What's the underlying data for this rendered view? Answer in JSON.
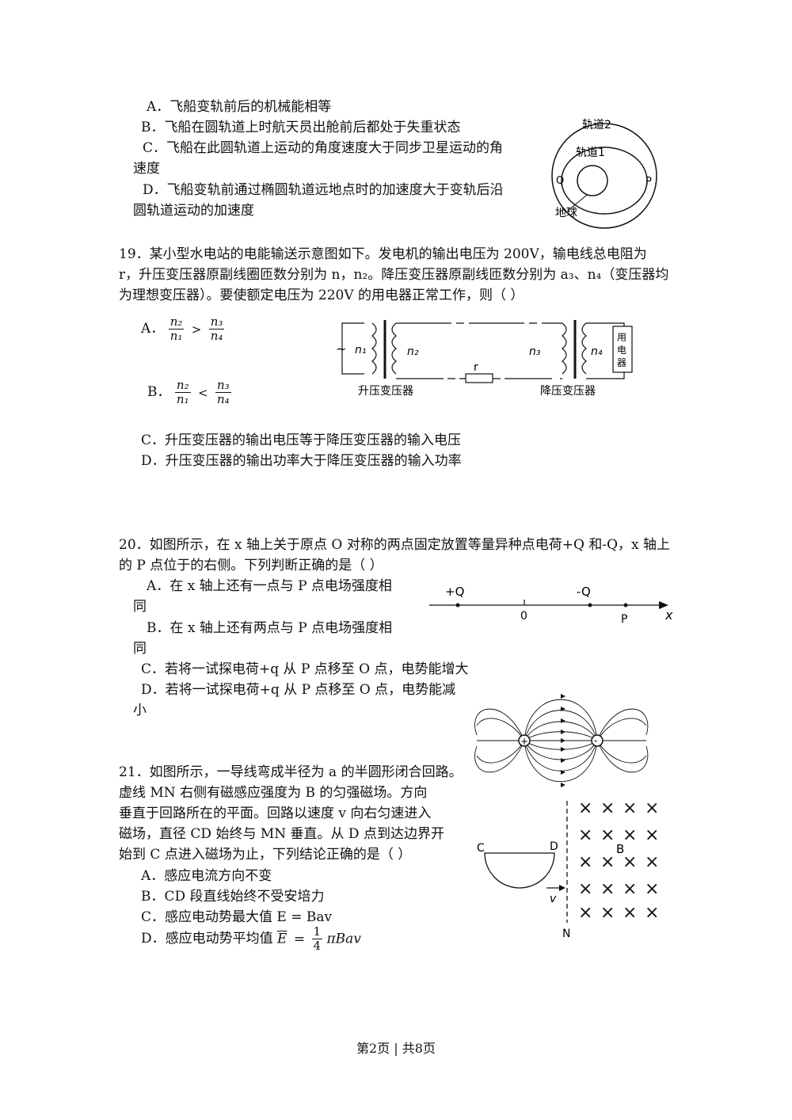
{
  "q18": {
    "optA": "A．飞船变轨前后的机械能相等",
    "optB": "B．飞船在圆轨道上时航天员出舱前后都处于失重状态",
    "optC1": "C．飞船在此圆轨道上运动的角度速度大于同步卫星运动的角",
    "optC2": "速度",
    "optD1": "D．飞船变轨前通过椭圆轨道远地点时的加速度大于变轨后沿",
    "optD2": "圆轨道运动的加速度",
    "fig": {
      "orbit2": "轨道2",
      "orbit1": "轨道1",
      "q": "Q",
      "p": "P",
      "earth": "地球"
    }
  },
  "q19": {
    "line1": "19．某小型水电站的电能输送示意图如下。发电机的输出电压为 200V，输电线总电阻为",
    "line2": "r，升压变压器原副线圈匝数分别为 n，n₂。降压变压器原副线匝数分别为 a₃、n₄（变压器均",
    "line3": "为理想变压器）。要使额定电压为 220V 的用电器正常工作，则（     ）",
    "optA": {
      "label": "A．",
      "n_num": "n₂",
      "n_den": "n₁",
      "rel": ">",
      "m_num": "n₃",
      "m_den": "n₄"
    },
    "optB": {
      "label": "B．",
      "n_num": "n₂",
      "n_den": "n₁",
      "rel": "<",
      "m_num": "n₃",
      "m_den": "n₄"
    },
    "optC": "C．升压变压器的输出电压等于降压变压器的输入电压",
    "optD": "D．升压变压器的输出功率大于降压变压器的输入功率",
    "fig": {
      "ac": "~",
      "n1": "n₁",
      "n2": "n₂",
      "n3": "n₃",
      "n4": "n₄",
      "r": "r",
      "load": "用电器",
      "step_up": "升压变压器",
      "step_down": "降压变压器"
    }
  },
  "q20": {
    "line1": "20．如图所示，在 x 轴上关于原点 O 对称的两点固定放置等量异种点电荷+Q 和-Q，x 轴上",
    "line2": "的 P 点位于的右侧。下列判断正确的是（    ）",
    "optA1": "A．在 x 轴上还有一点与 P 点电场强度相",
    "optA2": "同",
    "optB1": "B．在 x 轴上还有两点与 P 点电场强度相",
    "optB2": "同",
    "optC": "C．若将一试探电荷+q 从 P 点移至 O 点，电势能增大",
    "optD1": "D．若将一试探电荷+q 从 P 点移至 O 点，电势能减",
    "optD2": "小",
    "fig": {
      "plusQ": "+Q",
      "minusQ": "-Q",
      "o": "0",
      "p": "P",
      "x": "x"
    }
  },
  "q21": {
    "line1": "21．如图所示，一导线弯成半径为 a 的半圆形闭合回路。",
    "line2": "虚线 MN 右侧有磁感应强度为 B 的匀强磁场。方向",
    "line3": "垂直于回路所在的平面。回路以速度 v 向右匀速进入",
    "line4": "磁场，直径 CD 始终与 MN 垂直。从 D 点到达边界开",
    "line5": "始到 C 点进入磁场为止，下列结论正确的是（    ）",
    "optA": "A．感应电流方向不变",
    "optB": "B．CD 段直线始终不受安培力",
    "optC": "C．感应电动势最大值 E = Bav",
    "optD_label": "D．感应电动势平均值",
    "optD_lhs": "E",
    "optD_eq": "=",
    "optD_num": "1",
    "optD_den": "4",
    "optD_rest": "πBav",
    "fig": {
      "c": "C",
      "d": "D",
      "b": "B",
      "v": "v",
      "n": "N",
      "cross": "×"
    }
  },
  "footer": {
    "page": "第2页 | 共8页"
  }
}
